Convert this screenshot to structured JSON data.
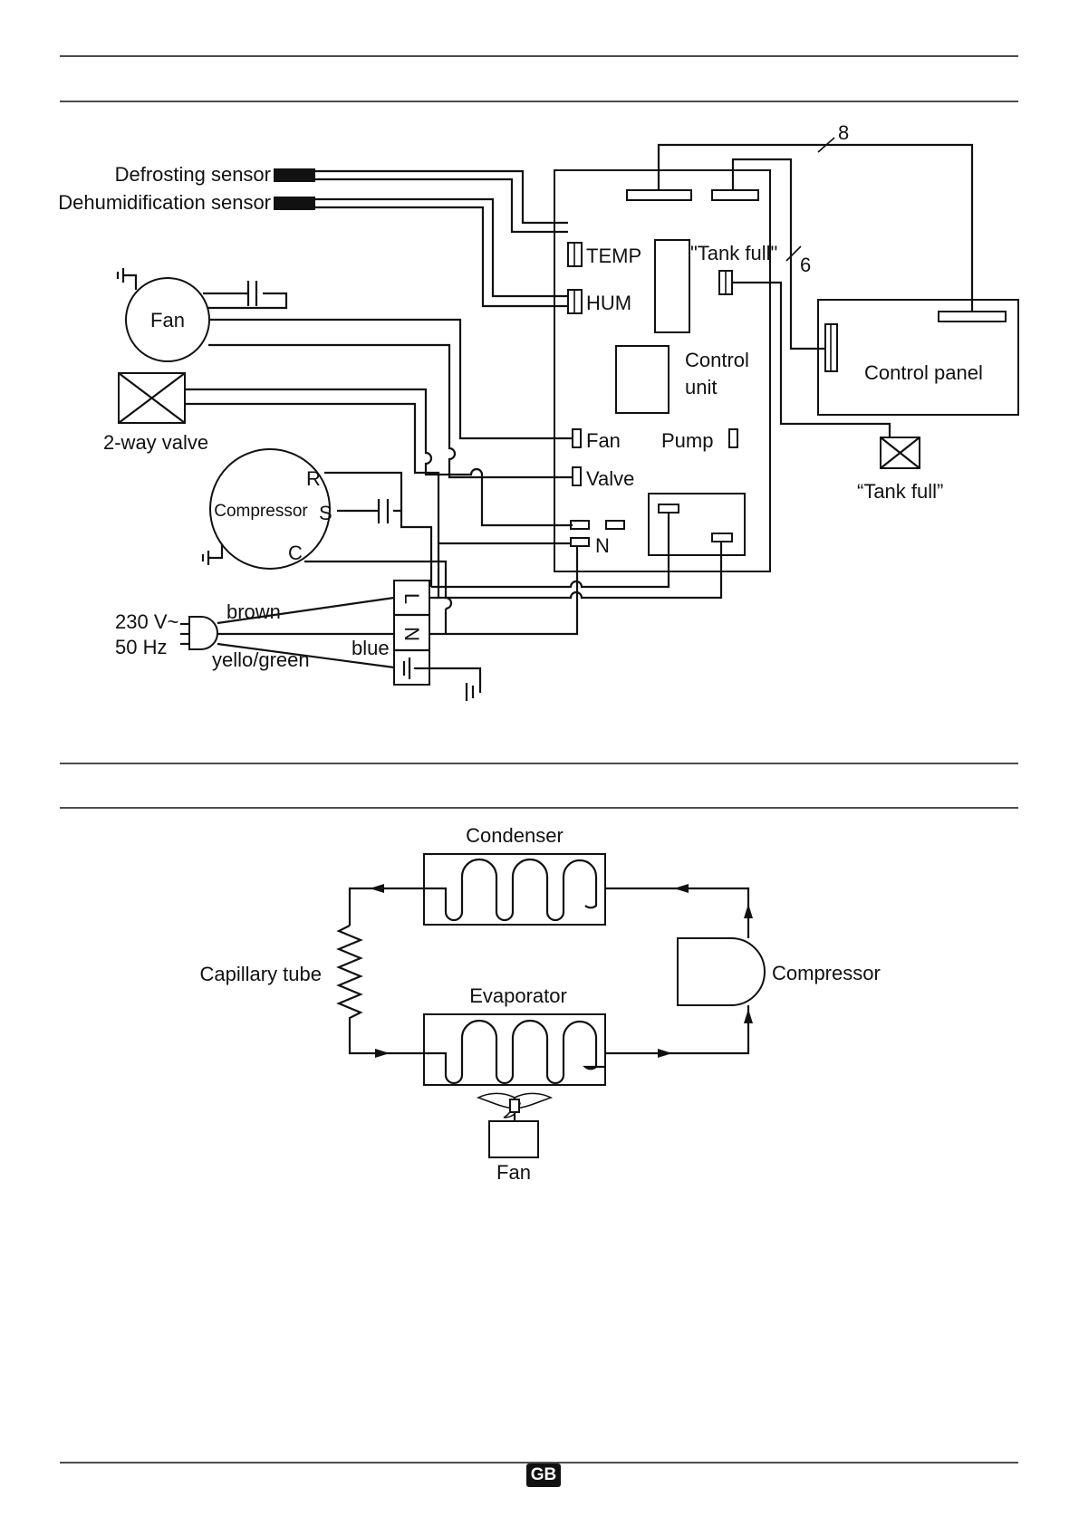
{
  "wiring_diagram": {
    "sensors": {
      "defrosting": "Defrosting sensor",
      "dehumidification": "Dehumidification sensor"
    },
    "fan": "Fan",
    "valve": "2-way valve",
    "compressor": {
      "label": "Compressor",
      "terminal_r": "R",
      "terminal_s": "S",
      "terminal_c": "C"
    },
    "supply": {
      "voltage": "230 V~",
      "frequency": "50 Hz",
      "brown": "brown",
      "blue": "blue",
      "yellow_green": "yello/green"
    },
    "terminal_block": {
      "l": "L",
      "n": "N"
    },
    "board": {
      "temp": "TEMP",
      "hum": "HUM",
      "fan": "Fan",
      "valve": "Valve",
      "n": "N",
      "tank_full": "\"Tank full\"",
      "pump": "Pump",
      "control_unit_line1": "Control",
      "control_unit_line2": "unit"
    },
    "control_panel": "Control panel",
    "tank_full_switch": "“Tank full”",
    "wire_count_8": "8",
    "wire_count_6": "6"
  },
  "refrigeration_diagram": {
    "condenser": "Condenser",
    "evaporator": "Evaporator",
    "capillary_tube": "Capillary tube",
    "compressor": "Compressor",
    "fan": "Fan"
  },
  "footer": {
    "badge": "GB"
  }
}
